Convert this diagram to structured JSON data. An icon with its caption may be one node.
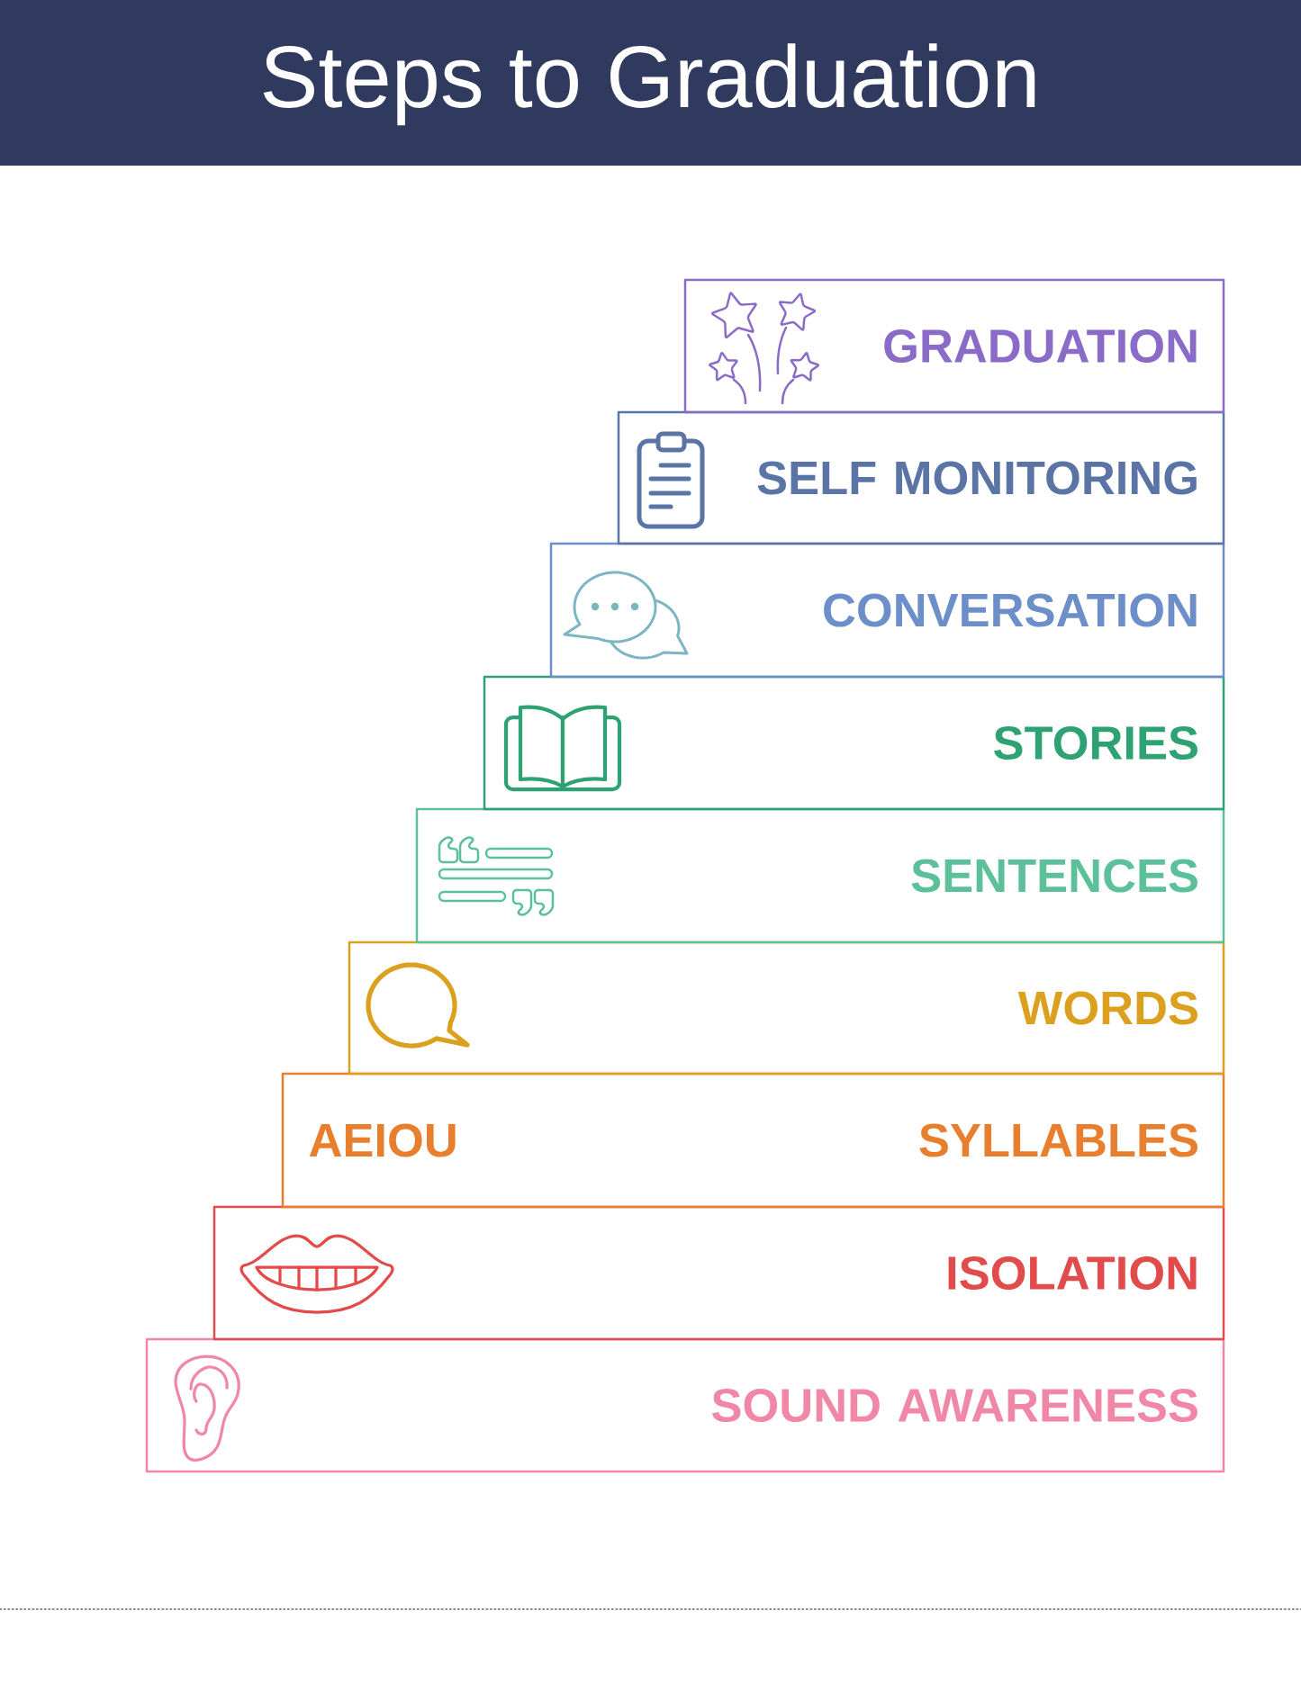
{
  "diagram": {
    "title": "Steps to Graduation",
    "nodes": [
      {
        "text": [
          "GRADUATION"
        ]
      },
      {
        "text": [
          "SELF MONITORING"
        ]
      },
      {
        "text": [
          "CONVERSATION"
        ]
      },
      {
        "text": [
          "STORIES"
        ]
      },
      {
        "text": [
          "SENTENCES"
        ]
      },
      {
        "text": [
          "WORDS"
        ]
      },
      {
        "text": [
          "AEIOU",
          "SYLLABLES"
        ]
      },
      {
        "text": [
          "ISOLATION"
        ]
      },
      {
        "text": [
          "SOUND AWARENESS"
        ]
      }
    ]
  }
}
